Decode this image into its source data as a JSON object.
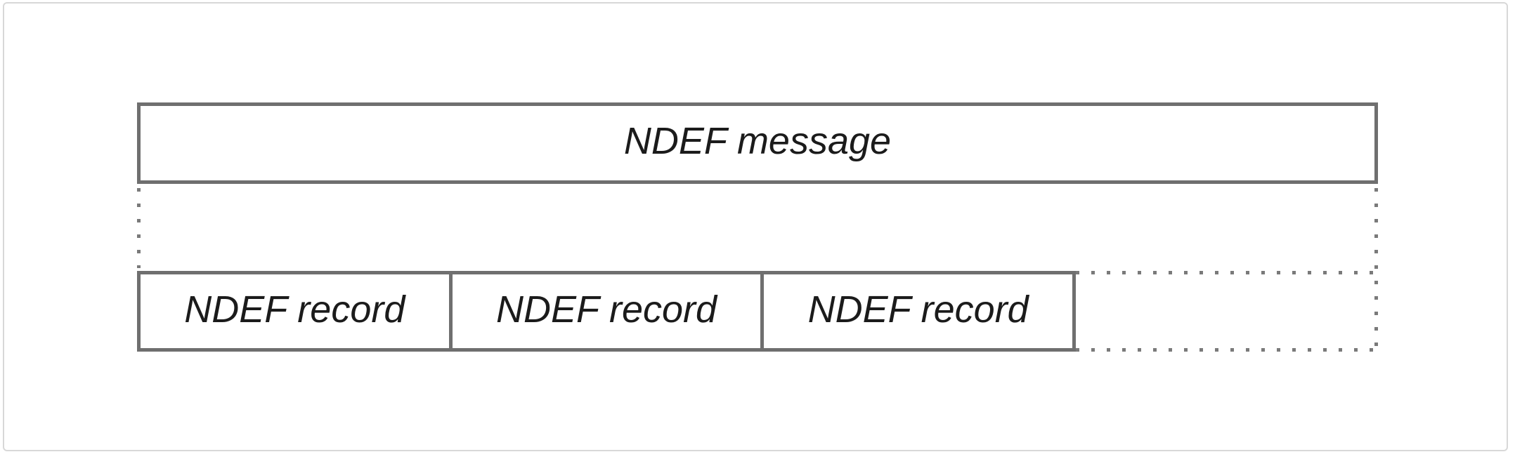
{
  "diagram": {
    "message_box": {
      "label": "NDEF message"
    },
    "record_boxes": [
      {
        "label": "NDEF record"
      },
      {
        "label": "NDEF record"
      },
      {
        "label": "NDEF record"
      }
    ],
    "colors": {
      "background": "#ffffff",
      "frame_border": "#d8d8d8",
      "box_border": "#6f6f6f",
      "dotted_line": "#7a7a7a",
      "text": "#1b1b1b"
    }
  }
}
